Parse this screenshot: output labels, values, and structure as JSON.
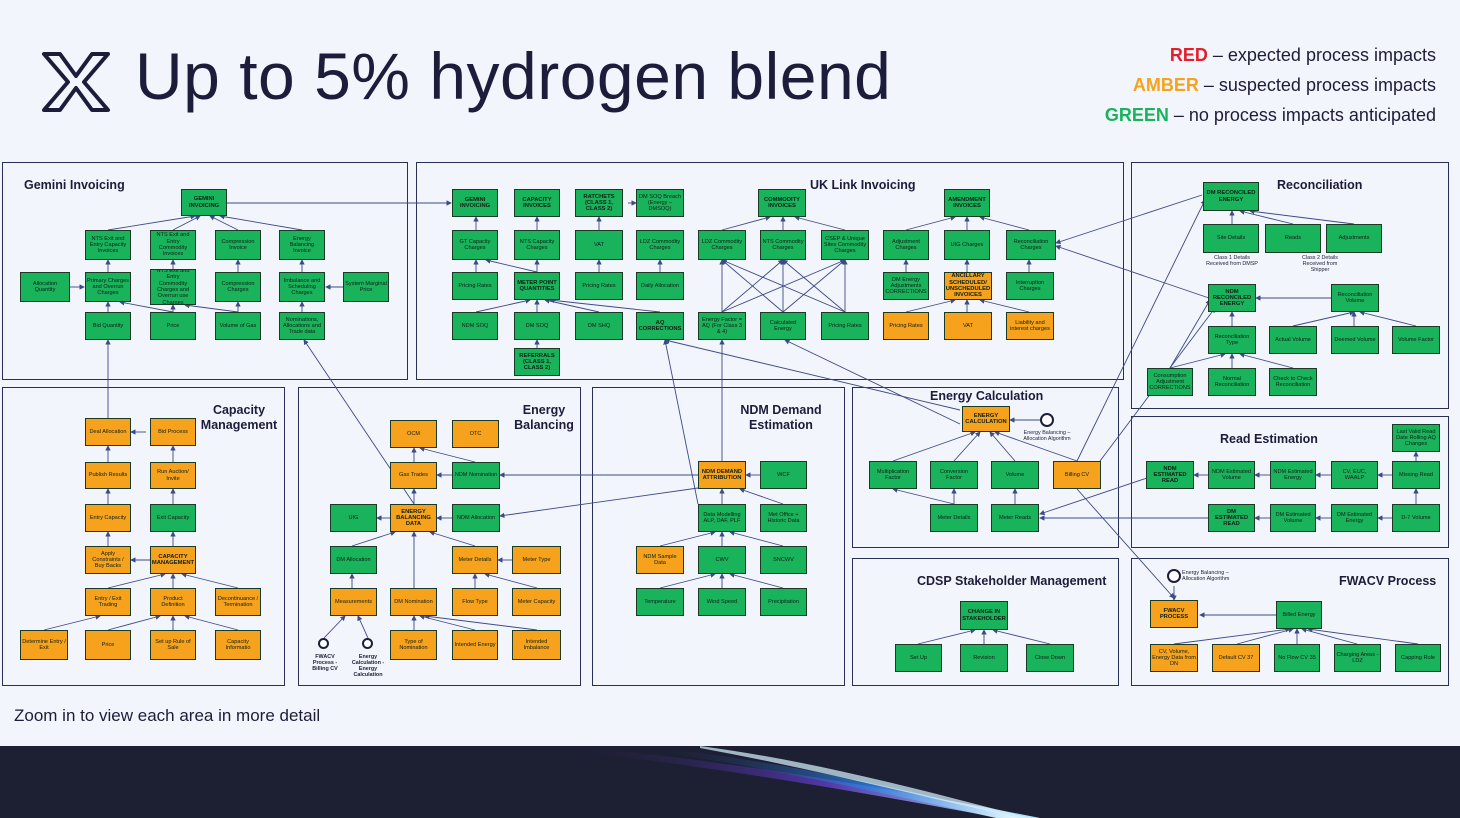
{
  "title": "Up to 5% hydrogen blend",
  "legend": {
    "red_word": "RED",
    "red_text": " – expected process impacts",
    "amber_word": "AMBER",
    "amber_text": " – suspected process impacts",
    "green_word": "GREEN",
    "green_text": " – no process impacts anticipated",
    "colors": {
      "red": "#e0202a",
      "amber": "#f6a21c",
      "green": "#19b35c"
    }
  },
  "panels": {
    "gemini": "Gemini Invoicing",
    "uklink": "UK Link Invoicing",
    "recon": "Reconciliation",
    "capacity": "Capacity Management",
    "balancing": "Energy Balancing",
    "ndm": "NDM Demand Estimation",
    "energycalc": "Energy Calculation",
    "readest": "Read Estimation",
    "cdsp": "CDSP Stakeholder Management",
    "fwacv": "FWACV Process"
  },
  "notes": {
    "class1": "Class 1 Details Received from DMSP",
    "class2": "Class 2 Details Received from Shipper",
    "eb_alloc1": "Energy Balancing – Allocation Algorithm",
    "eb_alloc2": "Energy Balancing – Allocation Algorithm",
    "fwacv_billing": "FWACV Process - Billing CV",
    "ec_energy": "Energy Calculation - Energy Calculation"
  },
  "boxes": {
    "gi_gemini": "GEMINI INVOICING",
    "gi_nts_exit_cap": "NTS Exit and Entry Capacity Invoices",
    "gi_nts_exit_comm": "NTS Exit and Entry Commodity Invoices",
    "gi_compression_inv": "Compression Invoice",
    "gi_eb_invoice": "Energy Balancing Invoice",
    "gi_alloc_qty": "Allocation Quantity",
    "gi_primary": "Primary Charges and Overrun Charges",
    "gi_comm_charges": "NTS Exit and Entry Commodity Charges and Overrun use Charges",
    "gi_compression_ch": "Compression Charges",
    "gi_imbalance": "Imbalance and Scheduling Charges",
    "gi_smp": "System Marginal Price",
    "gi_bid_qty": "Bid Quantity",
    "gi_price": "Price",
    "gi_vol_gas": "Volume of Gas",
    "gi_nominations": "Nominations, Allocations and Trade data",
    "uk_gemini": "GEMINI INVOICING",
    "uk_capacity": "CAPACITY INVOICES",
    "uk_ratchets": "RATCHETS (CLASS 1, CLASS 2)",
    "uk_dm_soq_breach": "DM SOQ Breach (Energy – DMSOQ)",
    "uk_commodity": "COMMODITY INVOICES",
    "uk_amendment": "AMENDMENT INVOICES",
    "uk_gt_cap": "GT Capacity Charges",
    "uk_nts_cap": "NTS Capacity Charges",
    "uk_vat1": "VAT",
    "uk_ldz_comm1": "LDZ Commodity Charges",
    "uk_ldz_comm2": "LDZ Commodity Charges",
    "uk_nts_comm": "NTS Commodity Charges",
    "uk_csep": "CSEP & Unique Sites Commodity Charges",
    "uk_adjust": "Adjustment Charges",
    "uk_uig": "UIG Charges",
    "uk_recon_ch": "Reconciliation Charges",
    "uk_pricing1": "Pricing Rates",
    "uk_mpq": "METER POINT QUANTITIES",
    "uk_pricing2": "Pricing Rates",
    "uk_daily_alloc": "Daily Allocation",
    "uk_dm_energy_adj": "DM Energy Adjustments CORRECTIONS",
    "uk_ancillary": "ANCILLARY SCHEDULED/ UNSCHEDULED INVOICES",
    "uk_interruption": "Interruption Charges",
    "uk_ndm_soq": "NDM SOQ",
    "uk_dm_soq": "DM SOQ",
    "uk_dm_shq": "DM SHQ",
    "uk_aq_corr": "AQ CORRECTIONS",
    "uk_energy_factor": "Energy Factor = AQ (For Class 3 & 4)",
    "uk_calc_energy": "Calculated Energy",
    "uk_pricing3": "Pricing Rates",
    "uk_pricing4": "Pricing Rates",
    "uk_vat2": "VAT",
    "uk_liability": "Liability and interest charges",
    "uk_referrals": "REFERRALS (CLASS 1, CLASS 2)",
    "rc_dm_recon": "DM RECONCILED ENERGY",
    "rc_site": "Site Details",
    "rc_reads": "Reads",
    "rc_adjust": "Adjustments",
    "rc_ndm_recon": "NDM RECONCILED ENERGY",
    "rc_recon_vol": "Reconciliation Volume",
    "rc_recon_type": "Reconciliation Type",
    "rc_actual_vol": "Actual Volume",
    "rc_deemed_vol": "Deemed Volume",
    "rc_vol_factor": "Volume Factor",
    "rc_consumption": "Consumption Adjustment CORRECTIONS",
    "rc_normal": "Normal Reconciliation",
    "rc_check": "Check to Check Reconciliation",
    "cm_deal_alloc": "Deal Allocation",
    "cm_bid_process": "Bid Process",
    "cm_publish": "Publish Results",
    "cm_run_auction": "Run Auction/ Invite",
    "cm_entry_cap": "Entry Capacity",
    "cm_exit_cap": "Exit Capacity",
    "cm_apply": "Apply Constraints / Buy Backs",
    "cm_capacity_mgmt": "CAPACITY MANAGEMENT",
    "cm_entry_exit_trading": "Entry / Exit Trading",
    "cm_product_def": "Product Definition",
    "cm_decontinuance": "Decontinuance / Termination",
    "cm_determine": "Determine Entry / Exit",
    "cm_price": "Price",
    "cm_rule": "Set up Rule of Sale",
    "cm_cap_info": "Capacity Informatio",
    "eb_ocm": "OCM",
    "eb_otc": "OTC",
    "eb_gas_trades": "Gas Trades",
    "eb_ndm_nom": "NDM Nomination",
    "eb_uig": "UIG",
    "eb_eb_data": "ENERGY BALANCING DATA",
    "eb_ndm_alloc": "NDM Allocation",
    "eb_dm_alloc": "DM Allocation",
    "eb_meter_details": "Meter Details",
    "eb_meter_type": "Meter Type",
    "eb_measurements": "Measurements",
    "eb_dm_nom": "DM Nomination",
    "eb_flow_type": "Flow Type",
    "eb_meter_cap": "Meter Capacity",
    "eb_type_nom": "Type of Nomination",
    "eb_intended_energy": "Intended Energy",
    "eb_intended_imbalance": "Intended Imbalance",
    "nd_ndm_attr": "NDM DEMAND ATTRIBUTION",
    "nd_wcf": "WCF",
    "nd_data_model": "Data Modelling ALP, DAF, PLF",
    "nd_met_office": "Met Office + Historic Data",
    "nd_ndm_sample": "NDM Sample Data",
    "nd_cwv": "CWV",
    "nd_sncwv": "SNCWV",
    "nd_temp": "Temperature",
    "nd_wind": "Wind Speed",
    "nd_precip": "Precipitation",
    "ec_energy_calc": "ENERGY CALCULATION",
    "ec_mult": "Multiplication Factor",
    "ec_conv": "Conversion Factor",
    "ec_volume": "Volume",
    "ec_billing_cv": "Billing CV",
    "ec_meter_details": "Meter Details",
    "ec_meter_reads": "Meter Reads",
    "re_last_valid": "Last Valid Read Date Rolling AQ Changes",
    "re_ndm_est_read": "NDM ESTIMATED READ",
    "re_ndm_est_vol": "NDM Estimated Volume",
    "re_ndm_est_energy": "NDM Estimated Energy",
    "re_cv": "CV, EUC, WAALP",
    "re_missing": "Missing Read",
    "re_dm_est_read": "DM ESTIMATED READ",
    "re_dm_est_vol": "DM Estimated Volume",
    "re_dm_est_energy": "DM Estimated Energy",
    "re_d7": "D-7 Volume",
    "cd_change": "CHANGE IN STAKEHOLDER",
    "cd_setup": "Set Up",
    "cd_revision": "Revision",
    "cd_close": "Close Down",
    "fw_fwacv": "FWACV PROCESS",
    "fw_billed": "Billed Energy",
    "fw_cv_vol": "CV, Volume, Energy Data from DN",
    "fw_default": "Default CV 37",
    "fw_noflow": "No Flow CV 35",
    "fw_charging": "Charging Areas - LDZ",
    "fw_capping": "Capping Rule"
  },
  "zoom_note": "Zoom in to view each area in more detail"
}
